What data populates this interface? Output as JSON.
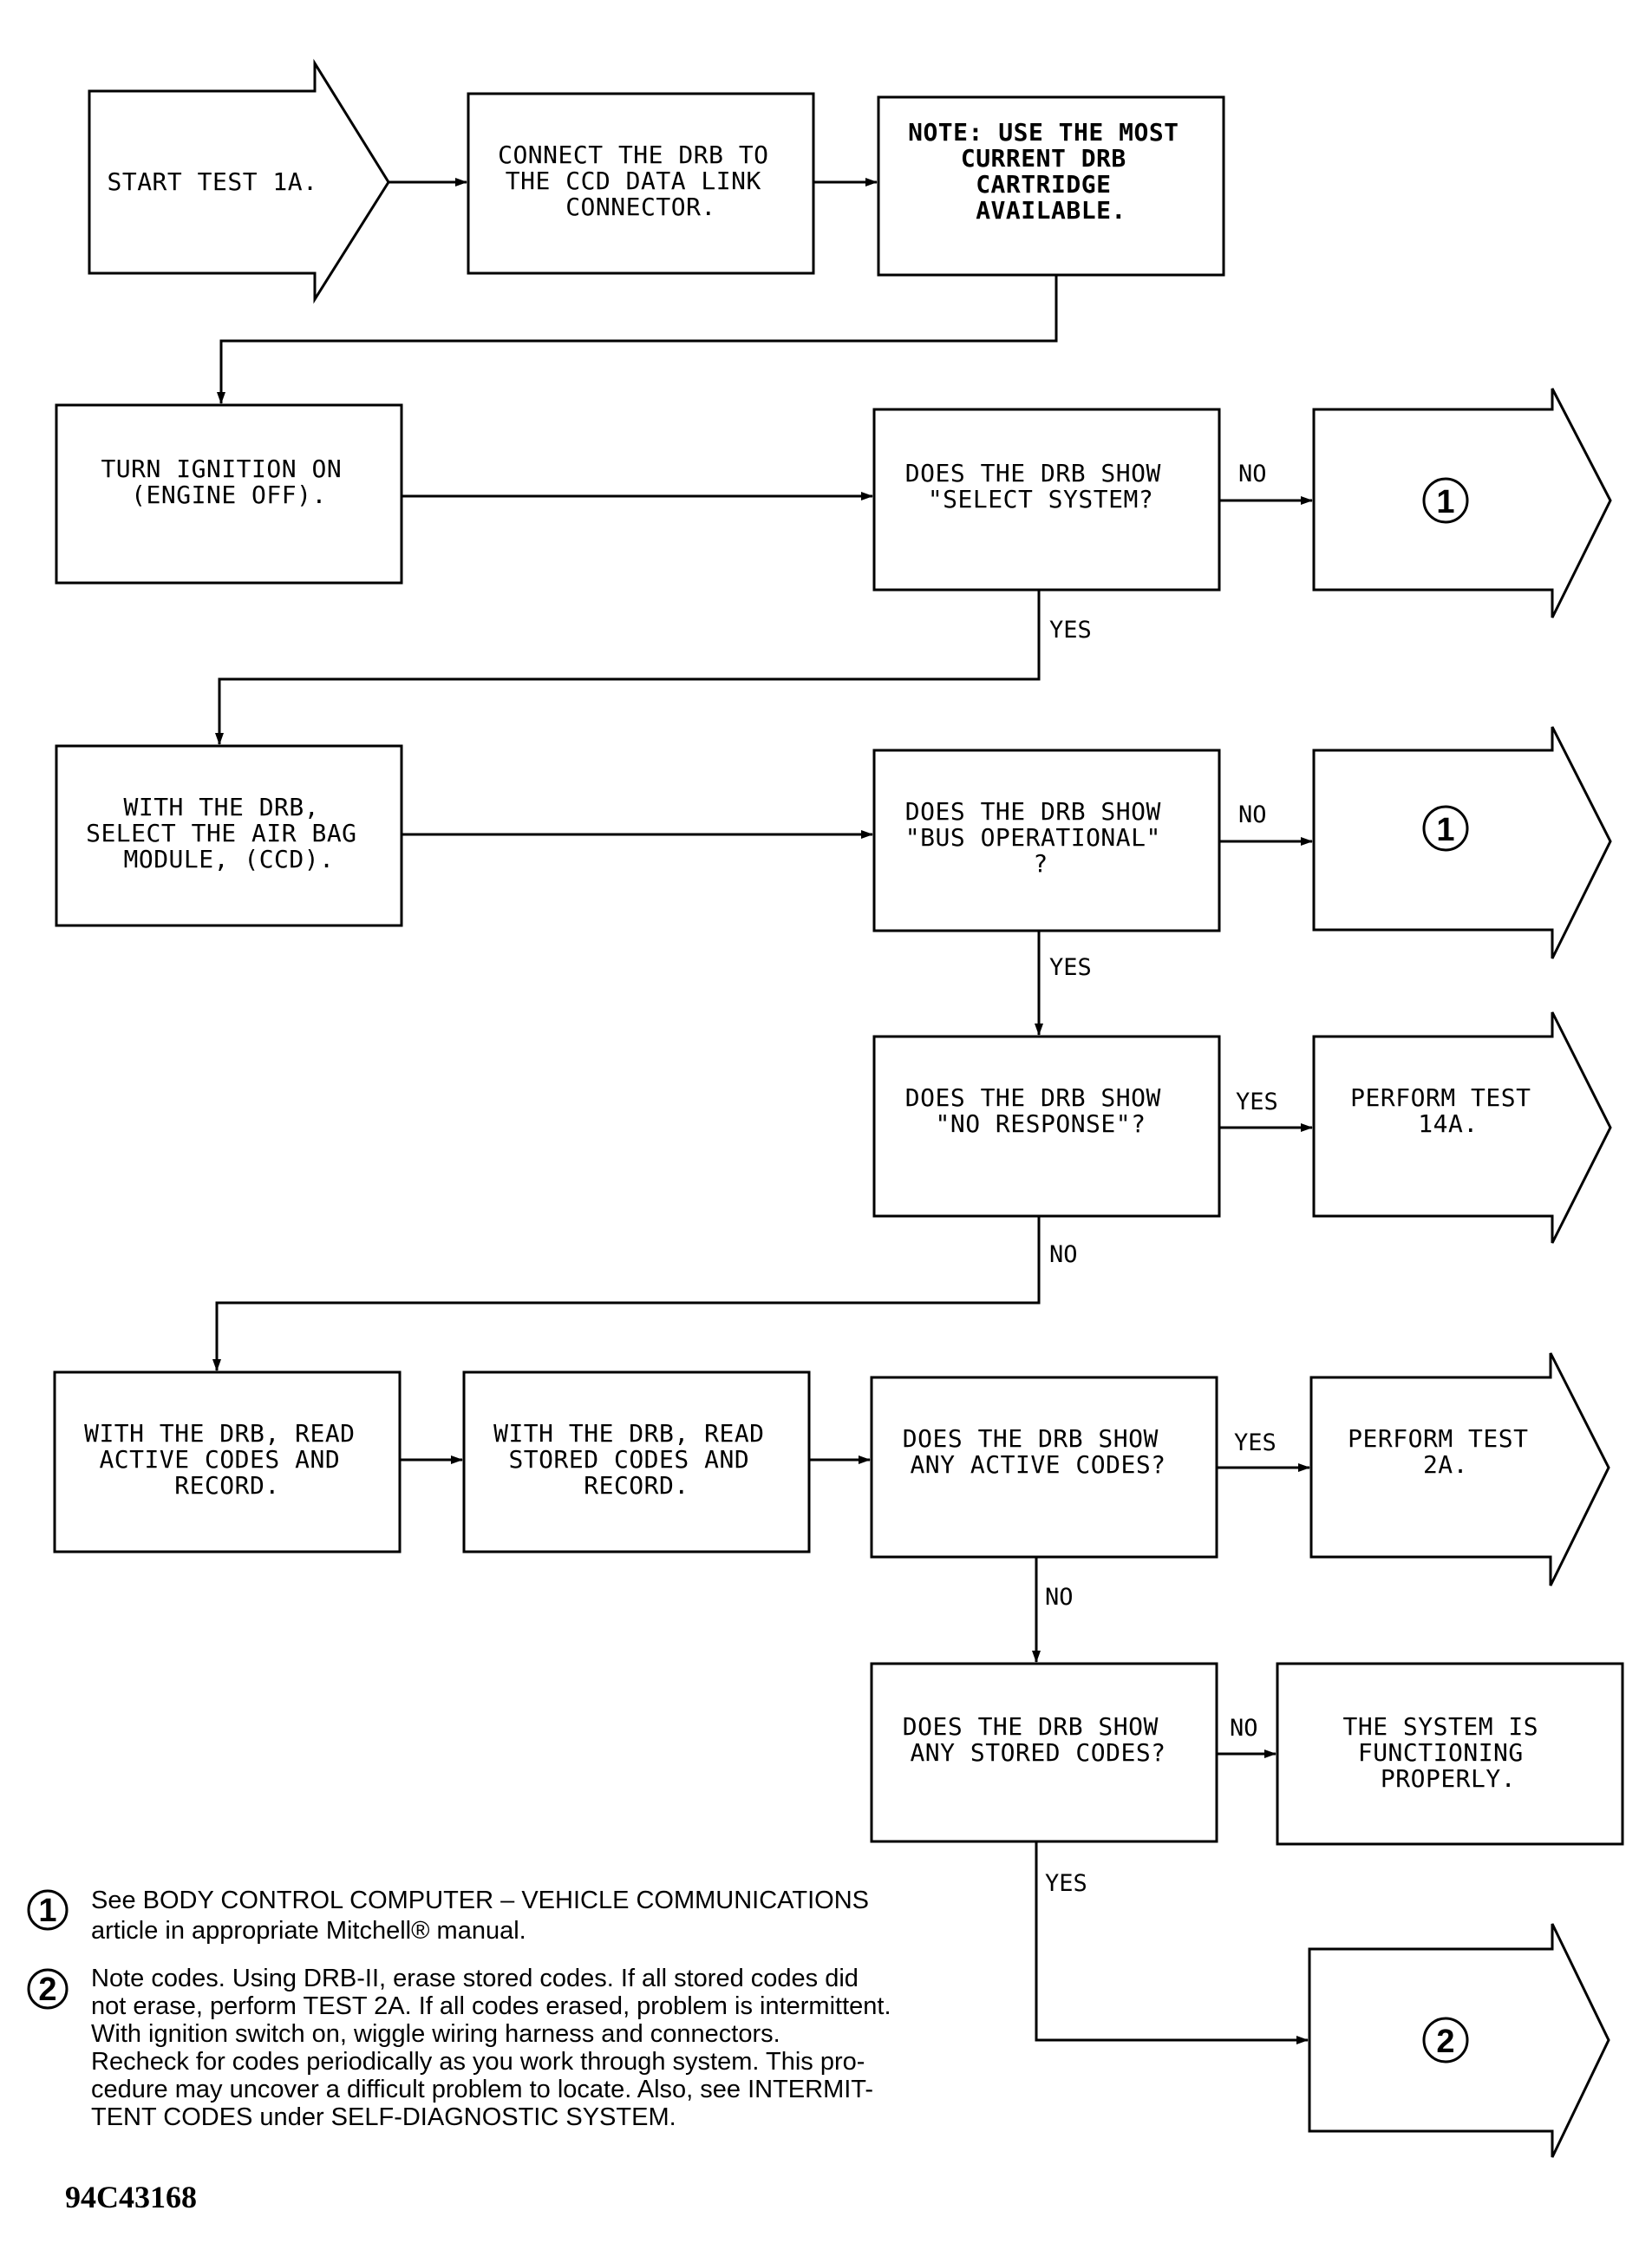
{
  "nodes": {
    "start": [
      "START TEST 1A."
    ],
    "connect": [
      "CONNECT THE DRB TO",
      "THE CCD DATA LINK",
      "CONNECTOR."
    ],
    "note": [
      "NOTE: USE THE MOST",
      "CURRENT DRB",
      "CARTRIDGE",
      "AVAILABLE."
    ],
    "ignition": [
      "TURN IGNITION ON",
      "(ENGINE OFF)."
    ],
    "q_select": [
      "DOES THE DRB SHOW",
      "\"SELECT SYSTEM?"
    ],
    "select_airbag": [
      "WITH THE DRB,",
      "SELECT THE AIR BAG",
      "MODULE, (CCD)."
    ],
    "q_bus": [
      "DOES THE DRB SHOW",
      "\"BUS OPERATIONAL\"",
      "?"
    ],
    "q_noresp": [
      "DOES THE DRB SHOW",
      "\"NO RESPONSE\"?"
    ],
    "perform14a": [
      "PERFORM TEST",
      "14A."
    ],
    "read_active": [
      "WITH THE DRB, READ",
      "ACTIVE CODES AND",
      "RECORD."
    ],
    "read_stored": [
      "WITH THE DRB, READ",
      "STORED CODES AND",
      "RECORD."
    ],
    "q_active": [
      "DOES THE DRB SHOW",
      "ANY ACTIVE CODES?"
    ],
    "perform2a": [
      "PERFORM TEST",
      "2A."
    ],
    "q_stored": [
      "DOES THE DRB SHOW",
      "ANY STORED CODES?"
    ],
    "functioning": [
      "THE SYSTEM IS",
      "FUNCTIONING",
      "PROPERLY."
    ]
  },
  "markers": {
    "one": "1",
    "two": "2"
  },
  "edge_labels": {
    "yes": "YES",
    "no": "NO"
  },
  "notes": {
    "note1": [
      "See BODY CONTROL COMPUTER – VEHICLE COMMUNICATIONS",
      "article in appropriate Mitchell® manual."
    ],
    "note2": [
      "Note codes. Using DRB-II, erase stored codes. If all stored codes did",
      "not erase, perform TEST 2A. If all codes erased, problem is intermittent.",
      "With ignition switch on, wiggle wiring harness and connectors.",
      "Recheck for codes periodically as you work through system. This pro-",
      "cedure may uncover a difficult problem to locate. Also, see INTERMIT-",
      "TENT CODES under SELF-DIAGNOSTIC SYSTEM."
    ]
  },
  "figure_id": "94C43168"
}
